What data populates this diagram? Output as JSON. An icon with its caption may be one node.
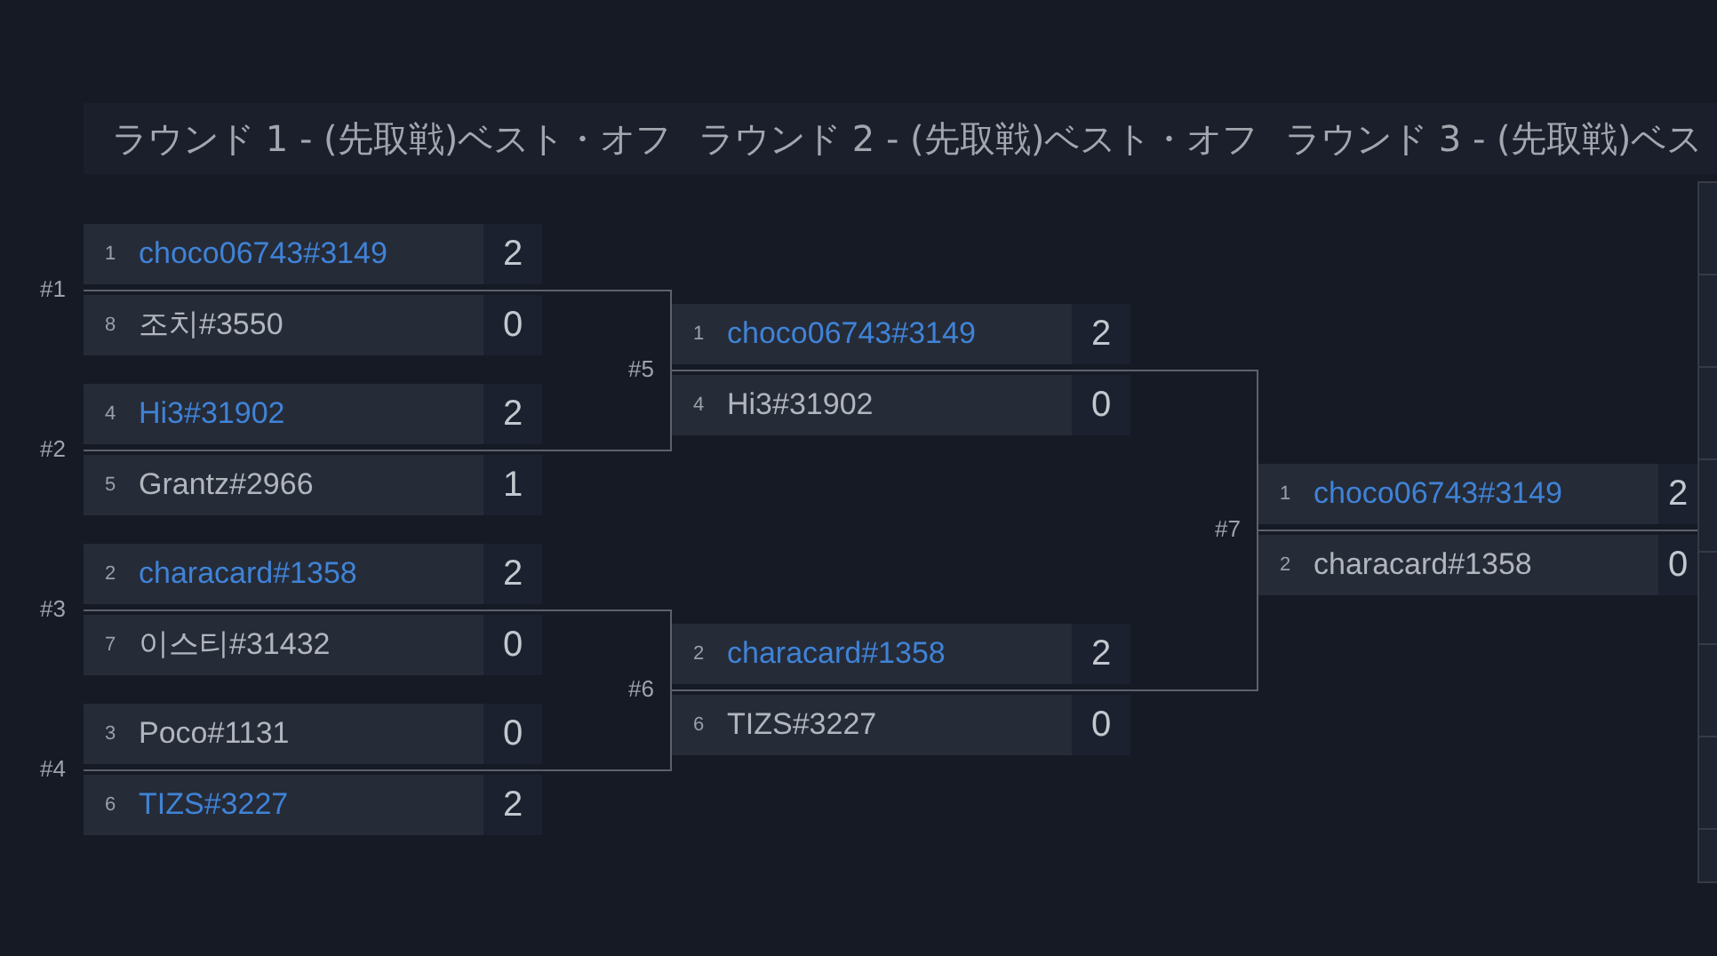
{
  "diagram": {
    "nodes": [
      {
        "text": [],
        "shape": "box",
        "beside": [
          "#1"
        ]
      },
      {
        "text": [
          "1",
          "choco06743#3149"
        ],
        "beside": [
          "2"
        ],
        "in": 0
      },
      {
        "text": [
          "8",
          "조치#3550"
        ],
        "beside": [
          "0"
        ],
        "in": 0
      },
      {
        "text": [],
        "shape": "box",
        "beside": [
          "#2"
        ]
      },
      {
        "text": [
          "4",
          "Hi3#31902"
        ],
        "beside": [
          "2"
        ],
        "in": 3
      },
      {
        "text": [
          "5",
          "Grantz#2966"
        ],
        "beside": [
          "1"
        ],
        "in": 3
      },
      {
        "text": [],
        "shape": "box",
        "beside": [
          "#3"
        ]
      },
      {
        "text": [
          "2",
          "characard#1358"
        ],
        "beside": [
          "2"
        ],
        "in": 6
      },
      {
        "text": [
          "7",
          "이스티#31432"
        ],
        "beside": [
          "0"
        ],
        "in": 6
      },
      {
        "text": [],
        "shape": "box",
        "beside": [
          "#4"
        ]
      },
      {
        "text": [
          "3",
          "Poco#1131"
        ],
        "beside": [
          "0"
        ],
        "in": 9
      },
      {
        "text": [
          "6",
          "TIZS#3227"
        ],
        "beside": [
          "2"
        ],
        "in": 9
      },
      {
        "text": [],
        "shape": "box",
        "beside": [
          "#5"
        ]
      },
      {
        "text": [
          "1",
          "choco06743#3149"
        ],
        "beside": [
          "2"
        ],
        "in": 12
      },
      {
        "text": [
          "4",
          "Hi3#31902"
        ],
        "beside": [
          "0"
        ],
        "in": 12
      },
      {
        "text": [],
        "shape": "box",
        "beside": [
          "#6"
        ]
      },
      {
        "text": [
          "2",
          "characard#1358"
        ],
        "beside": [
          "2"
        ],
        "in": 15
      },
      {
        "text": [
          "6",
          "TIZS#3227"
        ],
        "beside": [
          "0"
        ],
        "in": 15
      },
      {
        "text": [],
        "shape": "box",
        "beside": [
          "#7"
        ]
      },
      {
        "text": [
          "1",
          "choco06743#3149"
        ],
        "beside": [
          "2"
        ],
        "in": 18
      },
      {
        "text": [
          "2",
          "characard#1358"
        ],
        "beside": [
          "0"
        ],
        "in": 18
      }
    ],
    "edges": [
      {
        "from": 0,
        "to": 12,
        "arrow": "none"
      },
      {
        "from": 3,
        "to": 12,
        "arrow": "none"
      },
      {
        "from": 6,
        "to": 15,
        "arrow": "none"
      },
      {
        "from": 9,
        "to": 15,
        "arrow": "none"
      },
      {
        "from": 12,
        "to": 18,
        "arrow": "none"
      },
      {
        "from": 15,
        "to": 18,
        "arrow": "none"
      }
    ],
    "labels": [
      "ラウンド 1 - (先取戦)ベスト・オフ",
      "ラウンド 2 - (先取戦)ベスト・オフ",
      "ラウンド 3 - (先取戦)ベス"
    ]
  }
}
